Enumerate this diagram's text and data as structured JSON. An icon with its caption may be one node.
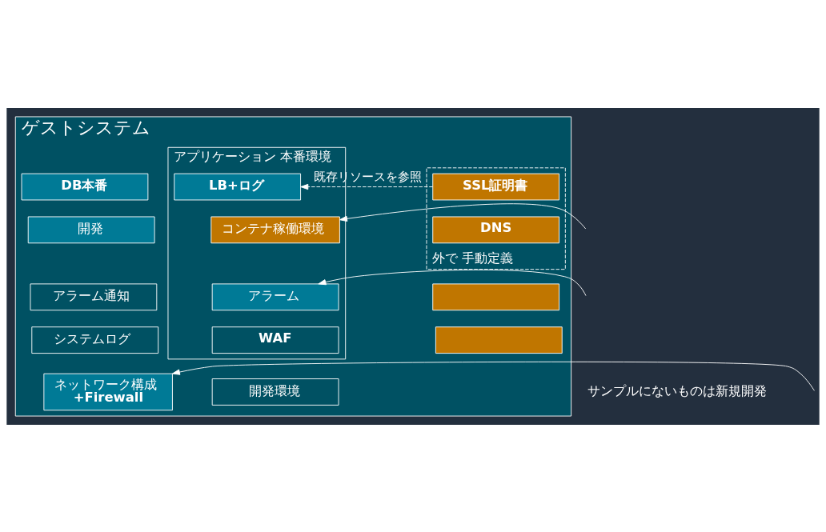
{
  "diagram": {
    "nodes": [
      {
        "text": [
          "ゲストシステム"
        ]
      },
      {
        "text": [
          "アプリケーション 本番環境"
        ],
        "in": 0
      },
      {
        "text": [
          "LB+ログ"
        ],
        "in": 1
      },
      {
        "text": [
          "コンテナ稼働環境"
        ],
        "in": 1
      },
      {
        "text": [
          "アラーム"
        ],
        "in": 1
      },
      {
        "text": [
          "WAF"
        ],
        "in": 1
      },
      {
        "text": [
          "開発環境"
        ],
        "in": 0
      },
      {
        "text": [
          "DB本番"
        ],
        "in": 0
      },
      {
        "text": [
          "開発"
        ],
        "in": 0
      },
      {
        "text": [
          "アラーム通知"
        ],
        "in": 0
      },
      {
        "text": [
          "システムログ"
        ],
        "in": 0
      },
      {
        "text": [
          "ネットワーク構成",
          "+Firewall"
        ],
        "in": 0
      },
      {
        "text": [
          "外で 手動定義"
        ],
        "in": 0
      },
      {
        "text": [
          "SSL証明書"
        ],
        "in": 12
      },
      {
        "text": [
          "DNS"
        ],
        "in": 12
      },
      {
        "text": [],
        "shape": "box",
        "in": 0
      },
      {
        "text": [],
        "shape": "box",
        "in": 0
      }
    ],
    "edges": [
      {
        "from": 13,
        "to": 2,
        "arrow": "to",
        "style": "dashed",
        "label": "既存リソースを参照"
      },
      {
        "from": null,
        "to": 3,
        "arrow": "to"
      },
      {
        "from": null,
        "to": 4,
        "arrow": "to"
      },
      {
        "from": null,
        "to": 11,
        "arrow": "to"
      }
    ],
    "labels": [
      "サンプルにないものは新規開発"
    ]
  }
}
